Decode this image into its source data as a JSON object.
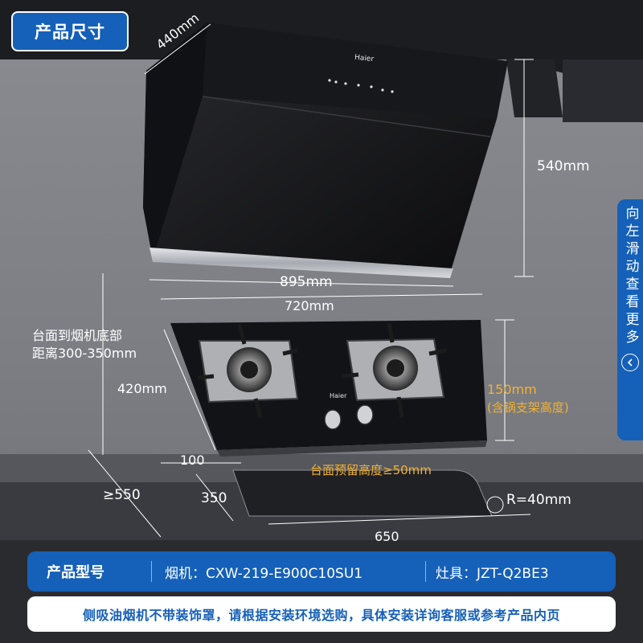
{
  "title": "产品尺寸",
  "side_tab": {
    "label": "向左滑动查看更多",
    "icon": "chevron-left-icon"
  },
  "dimensions": {
    "hood_depth": "440mm",
    "hood_height": "540mm",
    "hood_width": "895mm",
    "hob_width": "720mm",
    "hob_depth": "420mm",
    "clearance_line1": "台面到烟机底部",
    "clearance_line2": "距离300-350mm",
    "hob_height": "150mm",
    "hob_height_note": "(含锅支架高度)",
    "front_margin": "100",
    "cabinet_depth": "≥550",
    "cutout_depth": "350",
    "cutout_width": "650",
    "corner_radius": "R=40mm",
    "counter_reserve": "台面预留高度≥50mm"
  },
  "brand": "Haier",
  "info": {
    "label": "产品型号",
    "hood_model": "烟机：CXW-219-E900C10SU1",
    "hob_model": "灶具：JZT-Q2BE3"
  },
  "notice": "侧吸油烟机不带装饰罩，请根据安装环境选购，具体安装详询客服或参考产品内页",
  "colors": {
    "accent": "#1560b8",
    "highlight": "#f2b233"
  }
}
